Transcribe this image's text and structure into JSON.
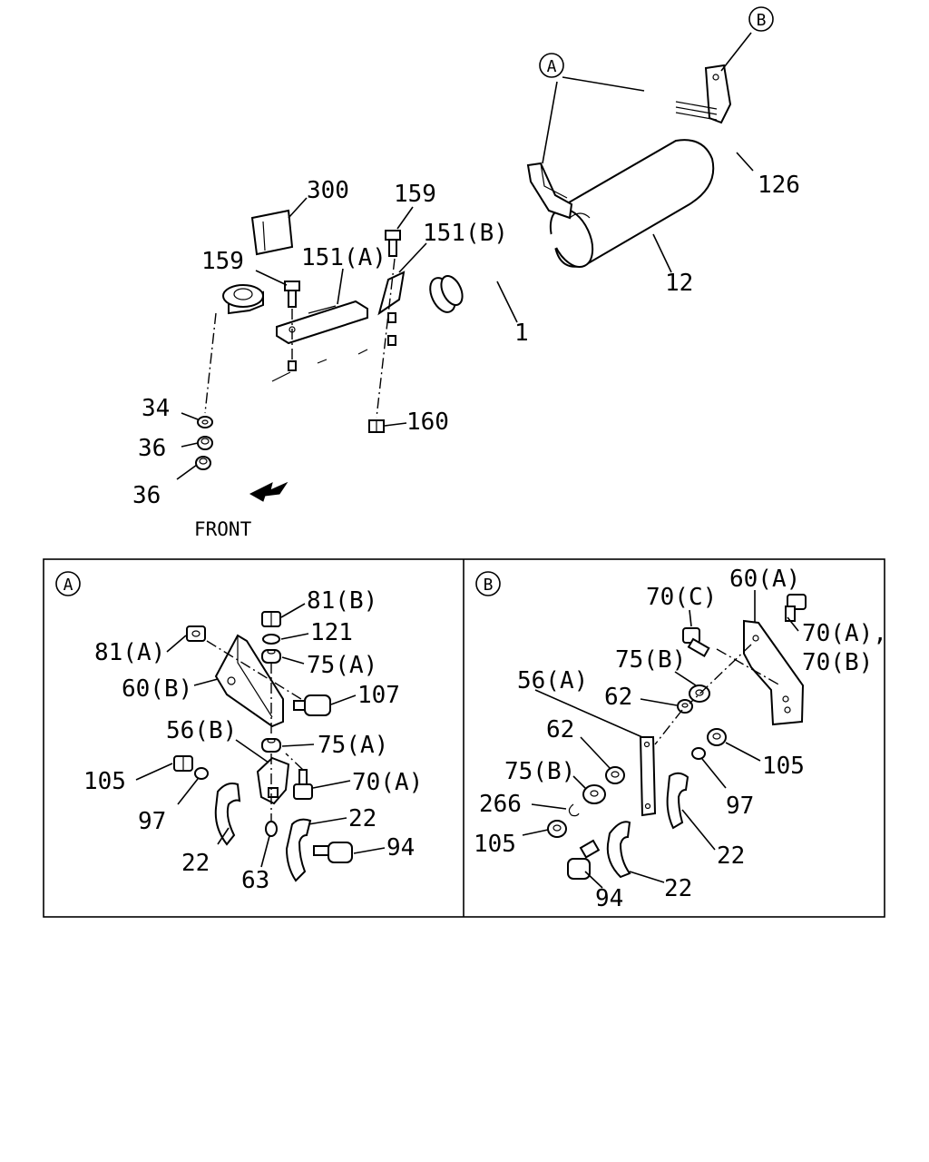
{
  "callouts": {
    "c1": "300",
    "c2": "159",
    "c3": "151(B)",
    "c4": "159",
    "c5": "151(A)",
    "c6": "126",
    "c7": "12",
    "c8": "1",
    "c9": "34",
    "c10": "36",
    "c11": "36",
    "c12": "160"
  },
  "markers": {
    "a": "A",
    "b": "B"
  },
  "front_label": "FRONT",
  "detail_a": {
    "tag": "A",
    "labels": {
      "l1": "81(B)",
      "l2": "121",
      "l3": "75(A)",
      "l4": "81(A)",
      "l5": "60(B)",
      "l6": "107",
      "l7": "56(B)",
      "l8": "75(A)",
      "l9": "105",
      "l10": "70(A)",
      "l11": "97",
      "l12": "22",
      "l13": "22",
      "l14": "94",
      "l15": "63"
    }
  },
  "detail_b": {
    "tag": "B",
    "labels": {
      "l1": "60(A)",
      "l2": "70(C)",
      "l3": "70(A),",
      "l4": "70(B)",
      "l5": "75(B)",
      "l6": "56(A)",
      "l7": "62",
      "l8": "62",
      "l9": "105",
      "l10": "75(B)",
      "l11": "97",
      "l12": "266",
      "l13": "22",
      "l14": "105",
      "l15": "22",
      "l16": "94"
    }
  }
}
